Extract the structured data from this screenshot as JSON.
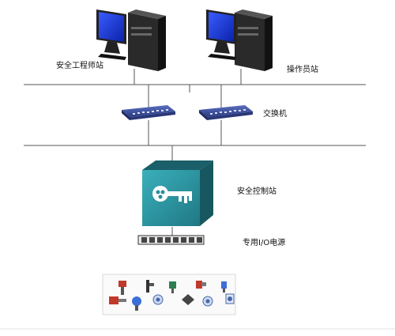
{
  "labels": {
    "engineer_station": "安全工程师站",
    "operator_station": "操作员站",
    "switch": "交换机",
    "safety_control_station": "安全控制站",
    "io_power": "专用I/O电源"
  },
  "icons": {
    "workstation": "computer-workstation-icon",
    "switch": "network-switch-icon",
    "controller": "safety-key-cube-icon",
    "power": "io-power-strip-icon",
    "field_devices": "field-instruments-icon"
  },
  "colors": {
    "monitor_screen": "#1330c8",
    "tower": "#2a2a2a",
    "cube": "#2a8f9c",
    "key": "#ffffff",
    "switch_body": "#3b4f9c",
    "line": "#555555"
  }
}
